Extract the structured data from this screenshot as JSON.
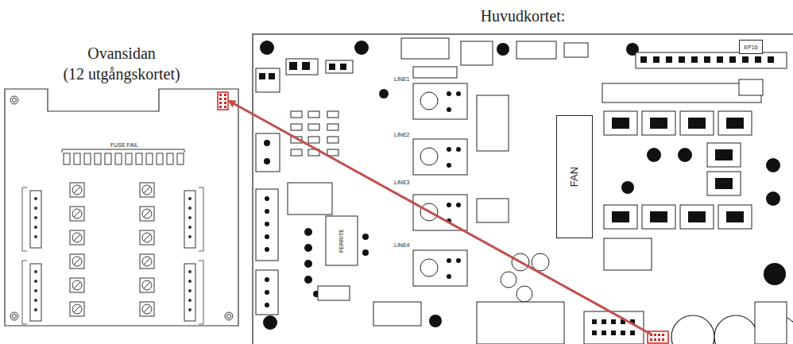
{
  "diagram": {
    "nodes": [
      {
        "text": [
          "Ovansidan (12 utgångskortet)"
        ]
      },
      {
        "text": [
          "Huvudkortet:"
        ]
      },
      {
        "text": [
          "FAN"
        ],
        "in": 1
      },
      {
        "text": [
          "EP16"
        ],
        "in": 1
      }
    ],
    "edges": [
      {
        "from": 1,
        "to": 0,
        "arrow": "to"
      }
    ],
    "labels": [
      "FUSE FAIL",
      "LINE1",
      "LINE2",
      "LINE3",
      "LINE4",
      "FERRITE"
    ]
  }
}
